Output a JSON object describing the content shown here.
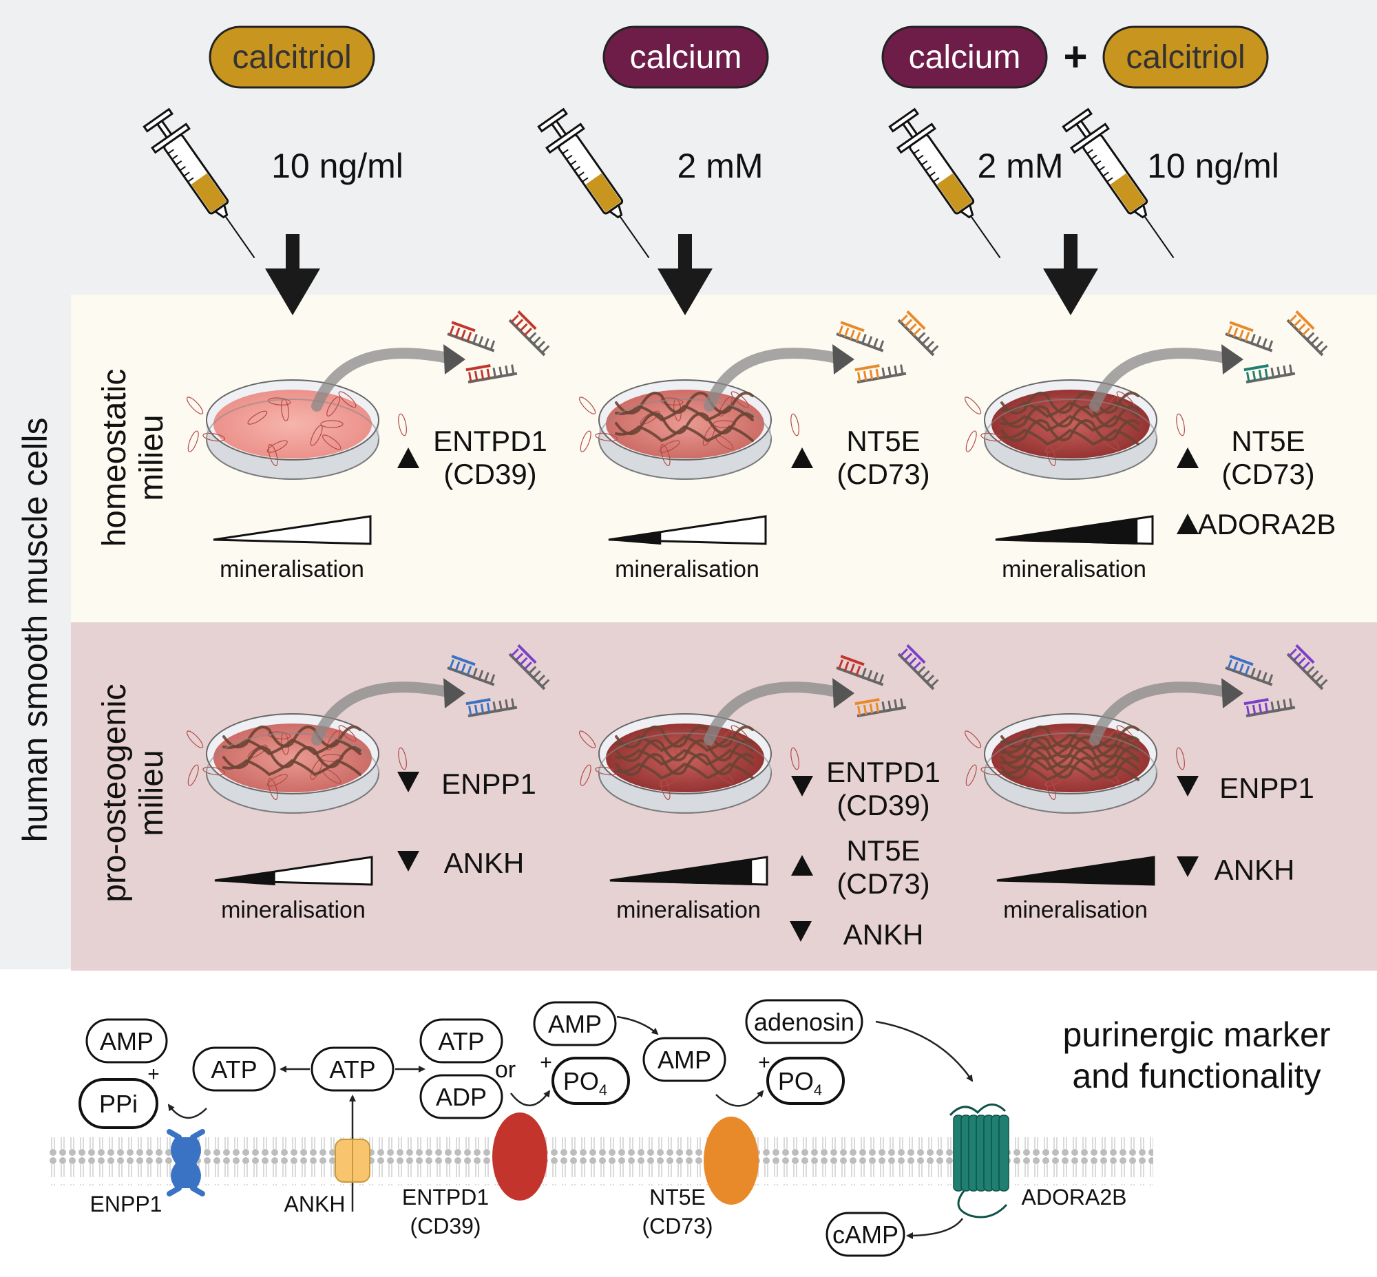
{
  "treatments": {
    "col1": {
      "pill": "calcitriol",
      "dose": "10 ng/ml"
    },
    "col2": {
      "pill": "calcium",
      "dose": "2 mM"
    },
    "col3": {
      "pill_a": "calcium",
      "plus": "+",
      "pill_b": "calcitriol",
      "dose_a": "2 mM",
      "dose_b": "10 ng/ml"
    }
  },
  "side_label": "human smooth muscle cells",
  "rows": {
    "homeostatic": {
      "label_line1": "homeostatic",
      "label_line2": "milieu",
      "mineralisation_label": "mineralisation",
      "col1": {
        "markers": [
          {
            "dir": "up",
            "name": "ENTPD1",
            "alias": "(CD39)"
          }
        ],
        "mineralisation_level": 0.0
      },
      "col2": {
        "markers": [
          {
            "dir": "up",
            "name": "NT5E",
            "alias": "(CD73)"
          }
        ],
        "mineralisation_level": 0.33
      },
      "col3": {
        "markers": [
          {
            "dir": "up",
            "name": "NT5E",
            "alias": "(CD73)"
          },
          {
            "dir": "up",
            "name": "ADORA2B",
            "alias": ""
          }
        ],
        "mineralisation_level": 0.9
      }
    },
    "pro_osteogenic": {
      "label_line1": "pro-osteogenic",
      "label_line2": "milieu",
      "mineralisation_label": "mineralisation",
      "col1": {
        "markers": [
          {
            "dir": "down",
            "name": "ENPP1",
            "alias": ""
          },
          {
            "dir": "down",
            "name": "ANKH",
            "alias": ""
          }
        ],
        "mineralisation_level": 0.38
      },
      "col2": {
        "markers": [
          {
            "dir": "down",
            "name": "ENTPD1",
            "alias": "(CD39)"
          },
          {
            "dir": "up",
            "name": "NT5E",
            "alias": "(CD73)"
          },
          {
            "dir": "down",
            "name": "ANKH",
            "alias": ""
          }
        ],
        "mineralisation_level": 0.9
      },
      "col3": {
        "markers": [
          {
            "dir": "down",
            "name": "ENPP1",
            "alias": ""
          },
          {
            "dir": "down",
            "name": "ANKH",
            "alias": ""
          }
        ],
        "mineralisation_level": 1.0
      }
    }
  },
  "pathway": {
    "title_line1": "purinergic marker",
    "title_line2": "and functionality",
    "nodes": {
      "amp_left": "AMP",
      "ppi": "PPi",
      "atp_left": "ATP",
      "atp_center": "ATP",
      "atp_right": "ATP",
      "adp": "ADP",
      "or": "or",
      "amp_top": "AMP",
      "po4_a": "PO",
      "po4_a_sub": "4",
      "amp_mid": "AMP",
      "po4_b": "PO",
      "po4_b_sub": "4",
      "adenosin": "adenosin",
      "camp": "cAMP",
      "plus1": "+",
      "plus2": "+",
      "plus3": "+"
    },
    "proteins": {
      "enpp1": "ENPP1",
      "ankh": "ANKH",
      "entpd1": "ENTPD1",
      "entpd1_alias": "(CD39)",
      "nt5e": "NT5E",
      "nt5e_alias": "(CD73)",
      "adora2b": "ADORA2B"
    }
  },
  "colors": {
    "calcitriol": "#c8951e",
    "calcium": "#6e1c48",
    "top_bg": "#eff0f2",
    "homeostatic_bg": "#fdfaf1",
    "osteogenic_bg": "#e7d2d3",
    "enpp1": "#3a72c4",
    "ankh": "#f8c46e",
    "entpd1": "#c3352c",
    "nt5e": "#e8892a",
    "adora2b": "#1f7f70"
  }
}
